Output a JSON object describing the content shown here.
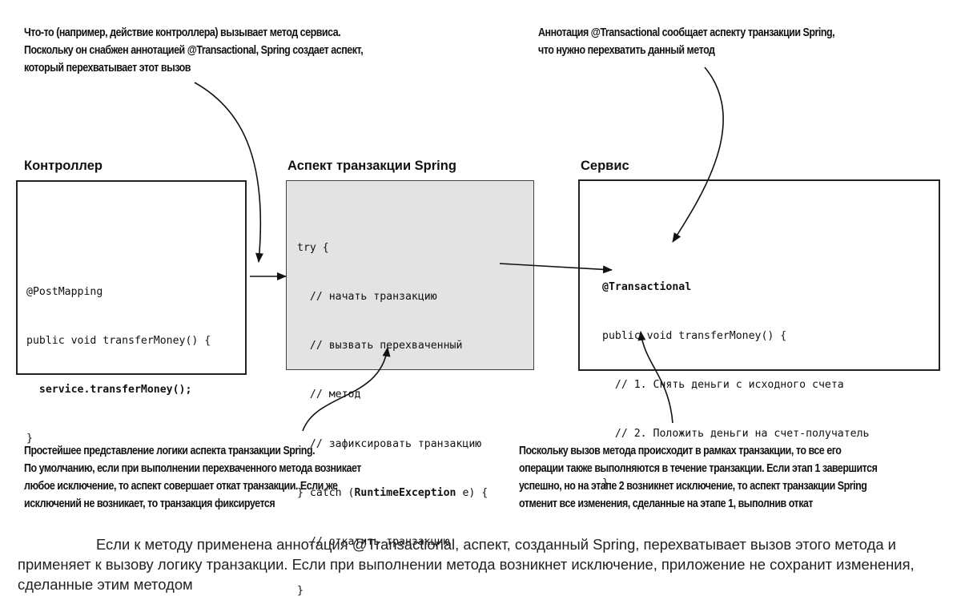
{
  "annotations": {
    "top_left": "Что-то (например, действие контроллера) вызывает метод сервиса.\nПоскольку он снабжен аннотацией @Transactional, Spring создает аспект,\nкоторый перехватывает этот вызов",
    "top_right": "Аннотация @Transactional сообщает аспекту транзакции Spring,\nчто нужно перехватить данный метод",
    "bottom_left": "Простейшее представление логики аспекта транзакции Spring.\nПо умолчанию, если при выполнении перехваченного метода возникает\nлюбое исключение, то аспект совершает откат транзакции. Если же\nисключений не возникает, то транзакция фиксируется",
    "bottom_right": "Поскольку вызов метода происходит в рамках транзакции, то все его\nоперации также выполняются в течение транзакции. Если этап 1 завершится\nуспешно, но на этапе 2 возникнет исключение, то аспект транзакции Spring\nотменит все изменения, сделанные на этапе 1, выполнив откат"
  },
  "controller": {
    "title": "Контроллер",
    "line1": "@PostMapping",
    "line2": "public void transferMoney() {",
    "line3": "  service.transferMoney();",
    "line4": "}"
  },
  "aspect": {
    "title": "Аспект транзакции Spring",
    "line1": "try {",
    "line2": "  // начать транзакцию",
    "line3": "  // вызвать перехваченный",
    "line4": "  // метод",
    "line5": "  // зафиксировать транзакцию",
    "line6a": "} catch (",
    "line6b": "RuntimeException",
    "line6c": " e) {",
    "line7": "  // откатить транзакцию",
    "line8": "}"
  },
  "service": {
    "title": "Сервис",
    "line1": "@Transactional",
    "line2": "public void transferMoney() {",
    "line3": "  // 1. Снять деньги с исходного счета",
    "line4": "  // 2. Положить деньги на счет-получатель",
    "line5": "}"
  },
  "caption": "Если к методу применена аннотация @Transactional, аспект, созданный Spring, перехватывает вызов этого метода и применяет к вызову логику транзакции. Если при выполнении метода возникнет исключение, приложение не сохранит изменения, сделанные этим методом"
}
